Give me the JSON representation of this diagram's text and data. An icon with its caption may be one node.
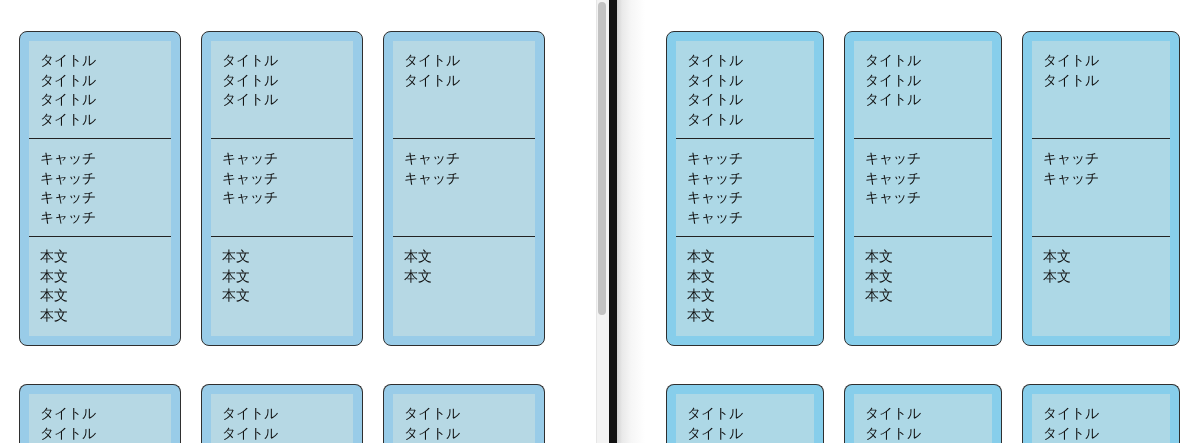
{
  "diagram": {
    "nodes": [
      {
        "text": [],
        "shape": "box"
      },
      {
        "text": [
          "タイトル",
          "タイトル",
          "タイトル",
          "タイトル"
        ],
        "in": 0
      },
      {
        "text": [
          "キャッチ",
          "キャッチ",
          "キャッチ",
          "キャッチ"
        ],
        "in": 0
      },
      {
        "text": [
          "本文",
          "本文",
          "本文",
          "本文"
        ],
        "in": 0
      },
      {
        "text": [],
        "shape": "box"
      },
      {
        "text": [
          "タイトル",
          "タイトル",
          "タイトル"
        ],
        "in": 4
      },
      {
        "text": [
          "キャッチ",
          "キャッチ",
          "キャッチ"
        ],
        "in": 4
      },
      {
        "text": [
          "本文",
          "本文",
          "本文"
        ],
        "in": 4
      },
      {
        "text": [],
        "shape": "box"
      },
      {
        "text": [
          "タイトル",
          "タイトル"
        ],
        "in": 8
      },
      {
        "text": [
          "キャッチ",
          "キャッチ"
        ],
        "in": 8
      },
      {
        "text": [
          "本文",
          "本文"
        ],
        "in": 8
      },
      {
        "text": [],
        "shape": "box"
      },
      {
        "text": [
          "タイトル",
          "タイトル"
        ],
        "in": 12
      },
      {
        "text": [],
        "shape": "box"
      },
      {
        "text": [
          "タイトル",
          "タイトル"
        ],
        "in": 14
      },
      {
        "text": [],
        "shape": "box"
      },
      {
        "text": [
          "タイトル",
          "タイトル"
        ],
        "in": 16
      },
      {
        "text": [],
        "shape": "box"
      },
      {
        "text": [
          "タイトル",
          "タイトル",
          "タイトル",
          "タイトル"
        ],
        "in": 18
      },
      {
        "text": [
          "キャッチ",
          "キャッチ",
          "キャッチ",
          "キャッチ"
        ],
        "in": 18
      },
      {
        "text": [
          "本文",
          "本文",
          "本文",
          "本文"
        ],
        "in": 18
      },
      {
        "text": [],
        "shape": "box"
      },
      {
        "text": [
          "タイトル",
          "タイトル",
          "タイトル"
        ],
        "in": 22
      },
      {
        "text": [
          "キャッチ",
          "キャッチ",
          "キャッチ"
        ],
        "in": 22
      },
      {
        "text": [
          "本文",
          "本文",
          "本文"
        ],
        "in": 22
      },
      {
        "text": [],
        "shape": "box"
      },
      {
        "text": [
          "タイトル",
          "タイトル"
        ],
        "in": 26
      },
      {
        "text": [
          "キャッチ",
          "キャッチ"
        ],
        "in": 26
      },
      {
        "text": [
          "本文",
          "本文"
        ],
        "in": 26
      },
      {
        "text": [],
        "shape": "box"
      },
      {
        "text": [
          "タイトル",
          "タイトル"
        ],
        "in": 30
      },
      {
        "text": [],
        "shape": "box"
      },
      {
        "text": [
          "タイトル",
          "タイトル"
        ],
        "in": 32
      },
      {
        "text": [],
        "shape": "box"
      },
      {
        "text": [
          "タイトル",
          "タイトル"
        ],
        "in": 34
      }
    ]
  }
}
